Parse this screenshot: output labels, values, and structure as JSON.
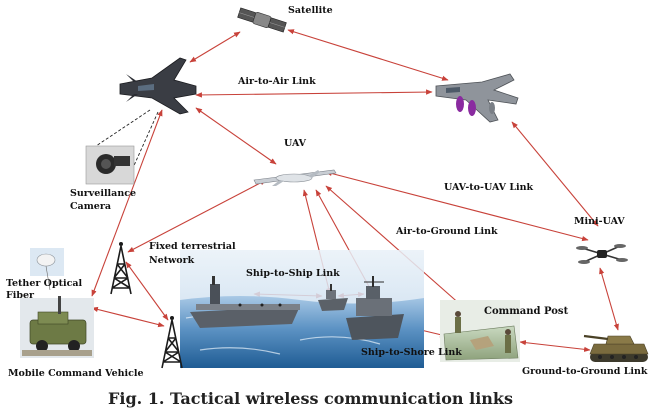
{
  "nodes": {
    "satellite": "Satellite",
    "uav": "UAV",
    "surveillance_camera_line1": "Surveillance",
    "surveillance_camera_line2": "Camera",
    "fixed_network_line1": "Fixed terrestrial",
    "fixed_network_line2": "Network",
    "tether_line1": "Tether Optical",
    "tether_line2": "Fiber",
    "mobile_command_vehicle": "Mobile Command Vehicle",
    "command_post": "Command Post",
    "mini_uav": "Mini-UAV"
  },
  "links": {
    "air_to_air": "Air-to-Air Link",
    "uav_to_uav": "UAV-to-UAV Link",
    "air_to_ground": "Air-to-Ground Link",
    "ship_to_ship": "Ship-to-Ship Link",
    "ship_to_shore": "Ship-to-Shore Link",
    "ground_to_ground": "Ground-to-Ground Link"
  },
  "caption": "Fig. 1. Tactical wireless communication links",
  "colors": {
    "link": "#c8423a",
    "sea": "#2f6fa8",
    "sky": "#dbe9f5",
    "jet": "#3a3d44",
    "fighter": "#8f949b",
    "vehicle": "#6d7a45",
    "tower": "#1b1b1b"
  }
}
